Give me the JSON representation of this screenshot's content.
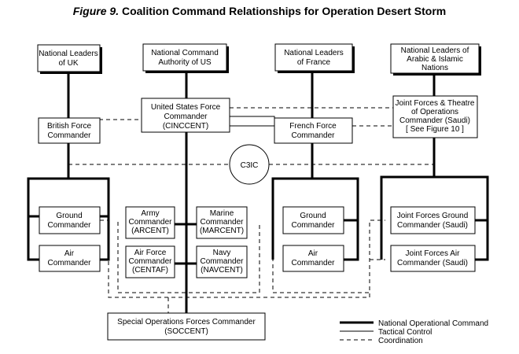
{
  "title": {
    "figure": "Figure 9.",
    "text": "Coalition Command Relationships for Operation Desert Storm"
  },
  "nodes": {
    "uk_leaders": [
      "National Leaders",
      "of UK"
    ],
    "us_nca": [
      "National Command",
      "Authority of US"
    ],
    "france_leaders": [
      "National Leaders",
      "of France"
    ],
    "arab_leaders": [
      "National Leaders of",
      "Arabic & Islamic",
      "Nations"
    ],
    "british_force": [
      "British Force",
      "Commander"
    ],
    "us_force": [
      "United States Force",
      "Commander",
      "(CINCCENT)"
    ],
    "french_force": [
      "French Force",
      "Commander"
    ],
    "joint_theatre": [
      "Joint Forces & Theatre",
      "of Operations",
      "Commander (Saudi)",
      "[ See Figure 10 ]"
    ],
    "c3ic": [
      "C3IC"
    ],
    "uk_ground": [
      "Ground",
      "Commander"
    ],
    "uk_air": [
      "Air",
      "Commander"
    ],
    "arcent": [
      "Army",
      "Commander",
      "(ARCENT)"
    ],
    "marcent": [
      "Marine",
      "Commander",
      "(MARCENT)"
    ],
    "centaf": [
      "Air Force",
      "Commander",
      "(CENTAF)"
    ],
    "navcent": [
      "Navy",
      "Commander",
      "(NAVCENT)"
    ],
    "fr_ground": [
      "Ground",
      "Commander"
    ],
    "fr_air": [
      "Air",
      "Commander"
    ],
    "saudi_ground": [
      "Joint Forces Ground",
      "Commander (Saudi)"
    ],
    "saudi_air": [
      "Joint Forces Air",
      "Commander (Saudi)"
    ],
    "soccent": [
      "Special Operations Forces Commander",
      "(SOCCENT)"
    ]
  },
  "legend": {
    "operational": "National Operational Command",
    "tactical": "Tactical Control",
    "coordination": "Coordination"
  }
}
